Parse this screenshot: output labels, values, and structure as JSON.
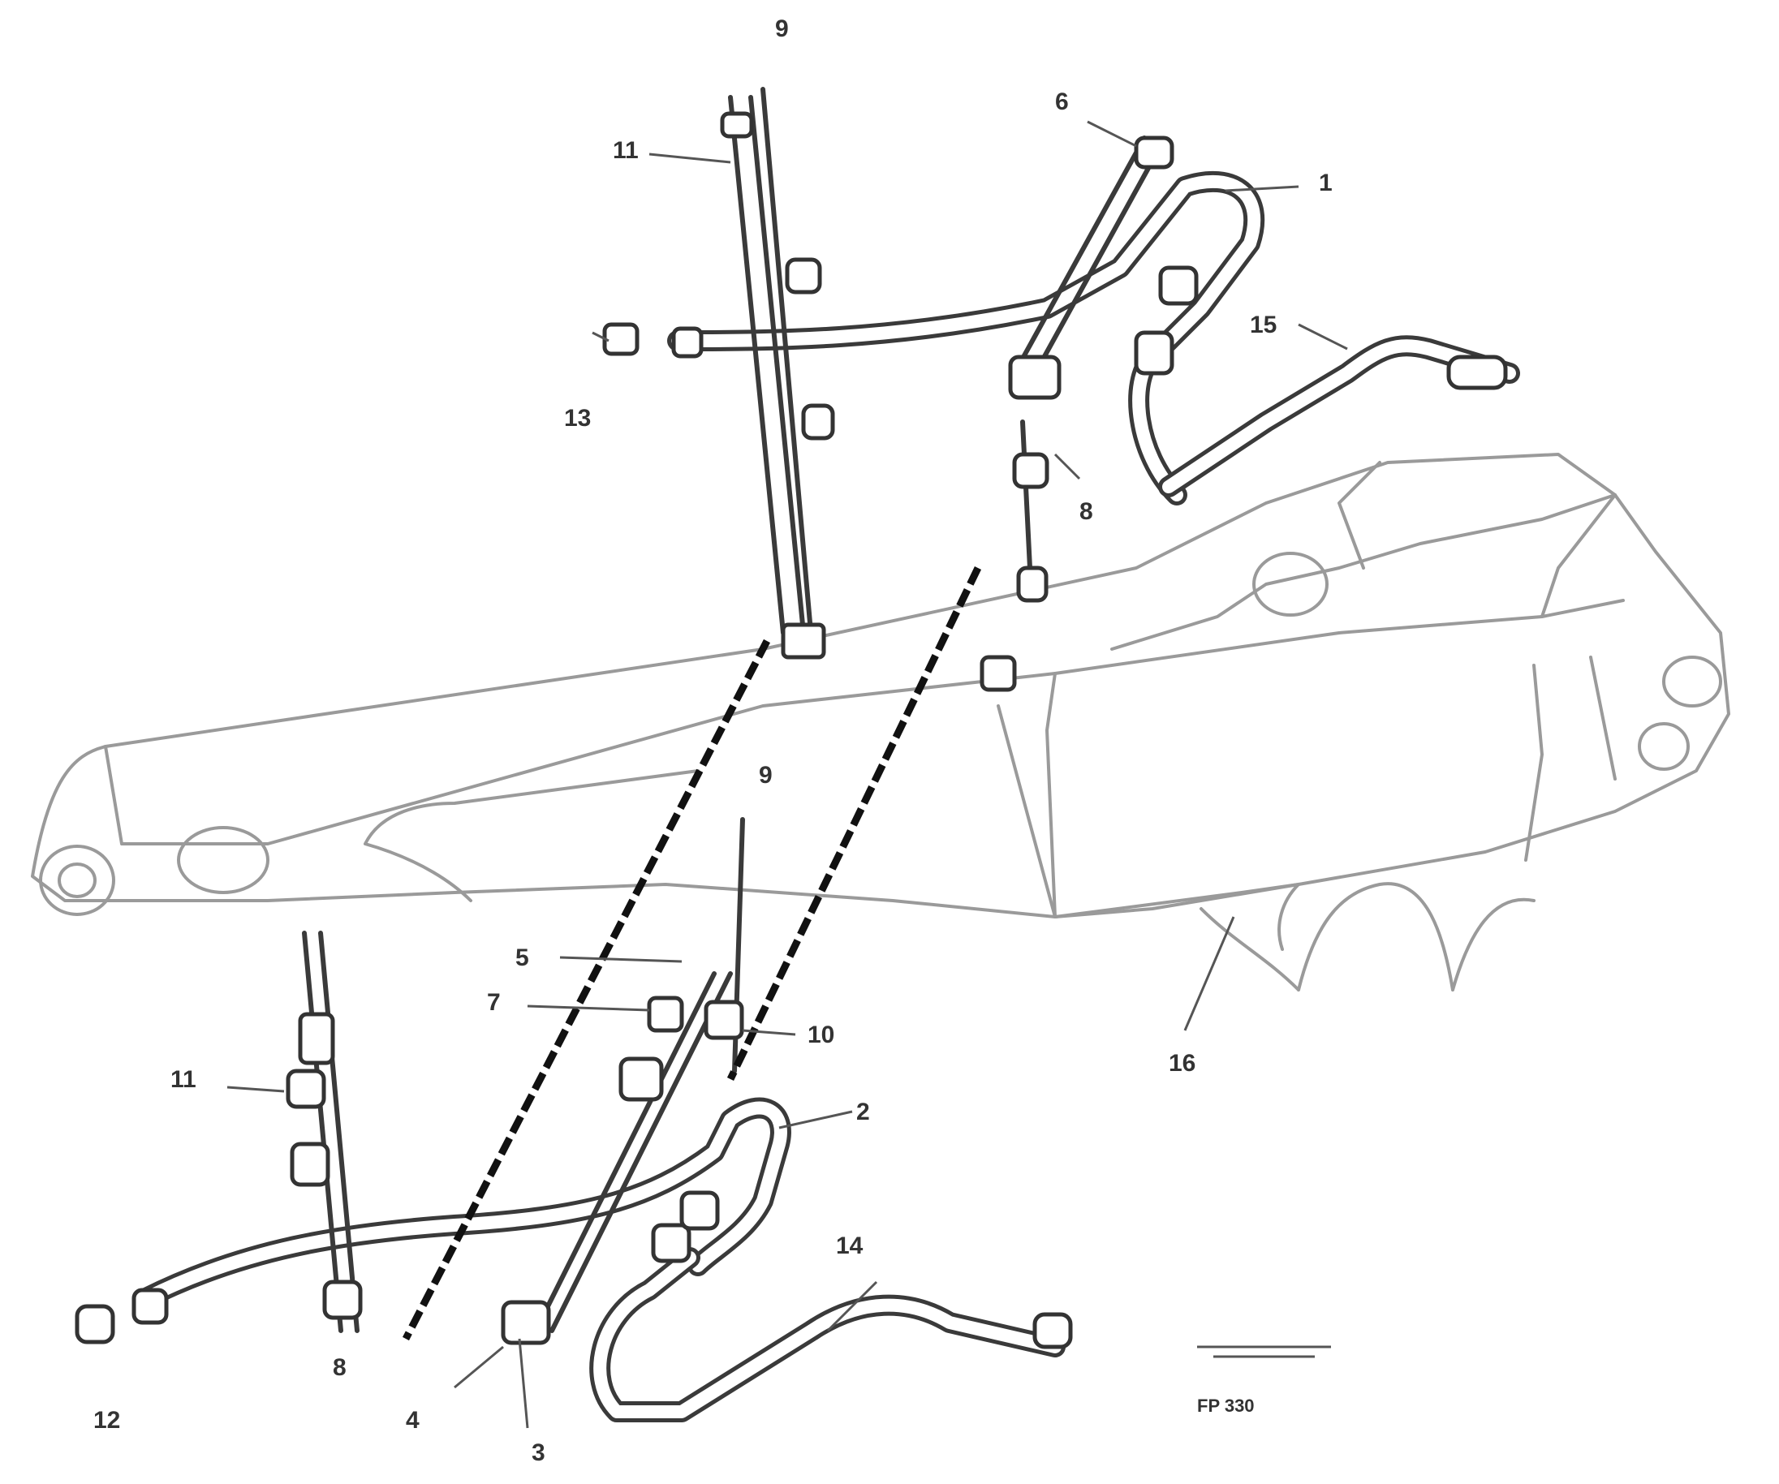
{
  "callouts": {
    "c1": "1",
    "c2": "2",
    "c3": "3",
    "c4": "4",
    "c5": "5",
    "c6": "6",
    "c7": "7",
    "c8a": "8",
    "c8b": "8",
    "c9a": "9",
    "c9b": "9",
    "c10": "10",
    "c11a": "11",
    "c11b": "11",
    "c12": "12",
    "c13": "13",
    "c14": "14",
    "c15": "15",
    "c16": "16"
  },
  "drawing_code": "FP 330"
}
